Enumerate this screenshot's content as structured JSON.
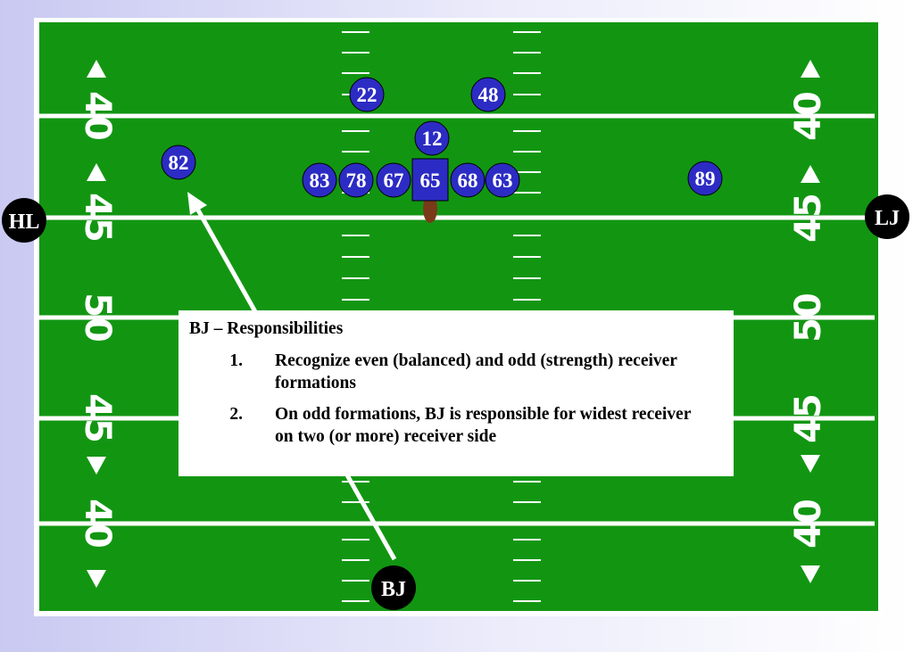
{
  "colors": {
    "field": "#129612",
    "line": "#ffffff",
    "player_fill": "#2c2cc4",
    "official_fill": "#000000",
    "football": "#7a3a1a"
  },
  "yard_numbers": {
    "left": [
      "40",
      "45",
      "50",
      "45",
      "40"
    ],
    "right": [
      "40",
      "45",
      "50",
      "45",
      "40"
    ]
  },
  "players": [
    {
      "number": "22"
    },
    {
      "number": "48"
    },
    {
      "number": "12"
    },
    {
      "number": "82"
    },
    {
      "number": "83"
    },
    {
      "number": "78"
    },
    {
      "number": "67"
    },
    {
      "number": "65"
    },
    {
      "number": "68"
    },
    {
      "number": "63"
    },
    {
      "number": "89"
    }
  ],
  "officials": [
    {
      "label": "HL"
    },
    {
      "label": "LJ"
    },
    {
      "label": "BJ"
    }
  ],
  "info": {
    "title": "BJ – Responsibilities",
    "items": [
      {
        "num": "1.",
        "text": "Recognize even (balanced) and odd (strength) receiver formations"
      },
      {
        "num": "2.",
        "text": "On odd formations, BJ is responsible for widest receiver on two (or more) receiver side"
      }
    ]
  }
}
